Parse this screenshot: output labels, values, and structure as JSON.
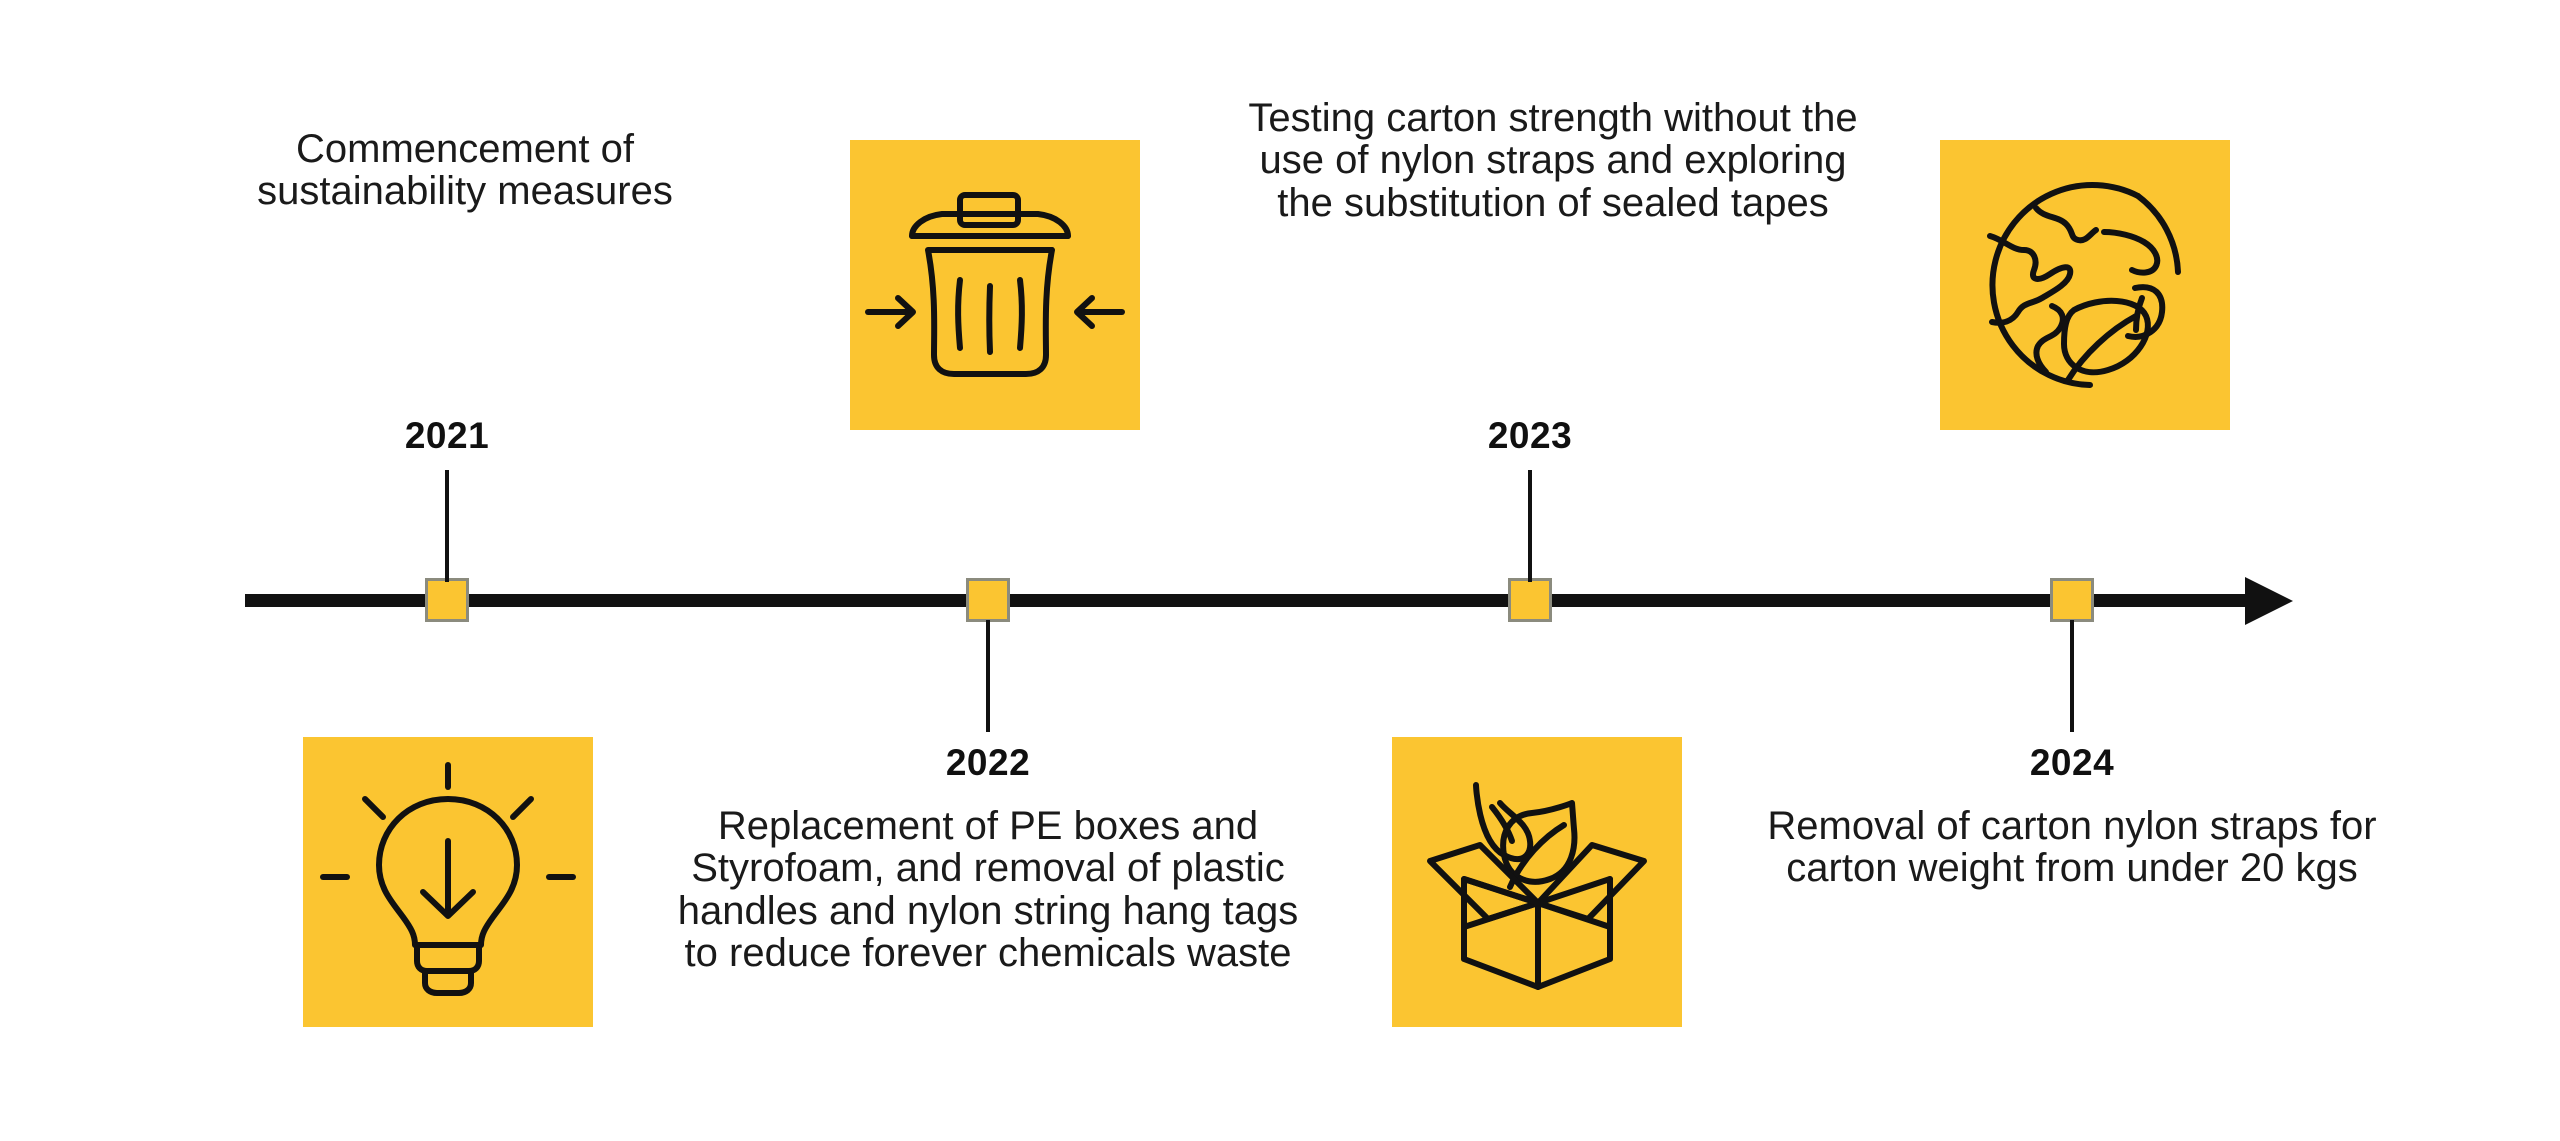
{
  "theme": {
    "accent_yellow": "#FBC531",
    "marker_border": "#8b8b7e",
    "line_color": "#111111",
    "text_color": "#1a1a1a",
    "background": "#ffffff"
  },
  "timeline": {
    "orientation": "horizontal",
    "direction": "left-to-right",
    "events": [
      {
        "year": "2021",
        "year_position": "above",
        "description": "Commencement of sustainability measures",
        "description_position": "above",
        "icon": "lightbulb-down-arrow-icon",
        "icon_position": "below"
      },
      {
        "year": "2022",
        "year_position": "below",
        "description": "Replacement of PE boxes and Styrofoam, and removal of plastic handles and nylon string hang tags to reduce forever chemicals waste",
        "description_position": "below",
        "icon": "trash-can-compress-icon",
        "icon_position": "above"
      },
      {
        "year": "2023",
        "year_position": "above",
        "description": "Testing carton strength without the use of nylon straps and exploring the substitution of sealed tapes",
        "description_position": "above",
        "icon": "box-with-leaves-icon",
        "icon_position": "below"
      },
      {
        "year": "2024",
        "year_position": "below",
        "description": "Removal of carton nylon straps for carton weight from under 20 kgs",
        "description_position": "below",
        "icon": "globe-with-leaves-icon",
        "icon_position": "above"
      }
    ]
  }
}
